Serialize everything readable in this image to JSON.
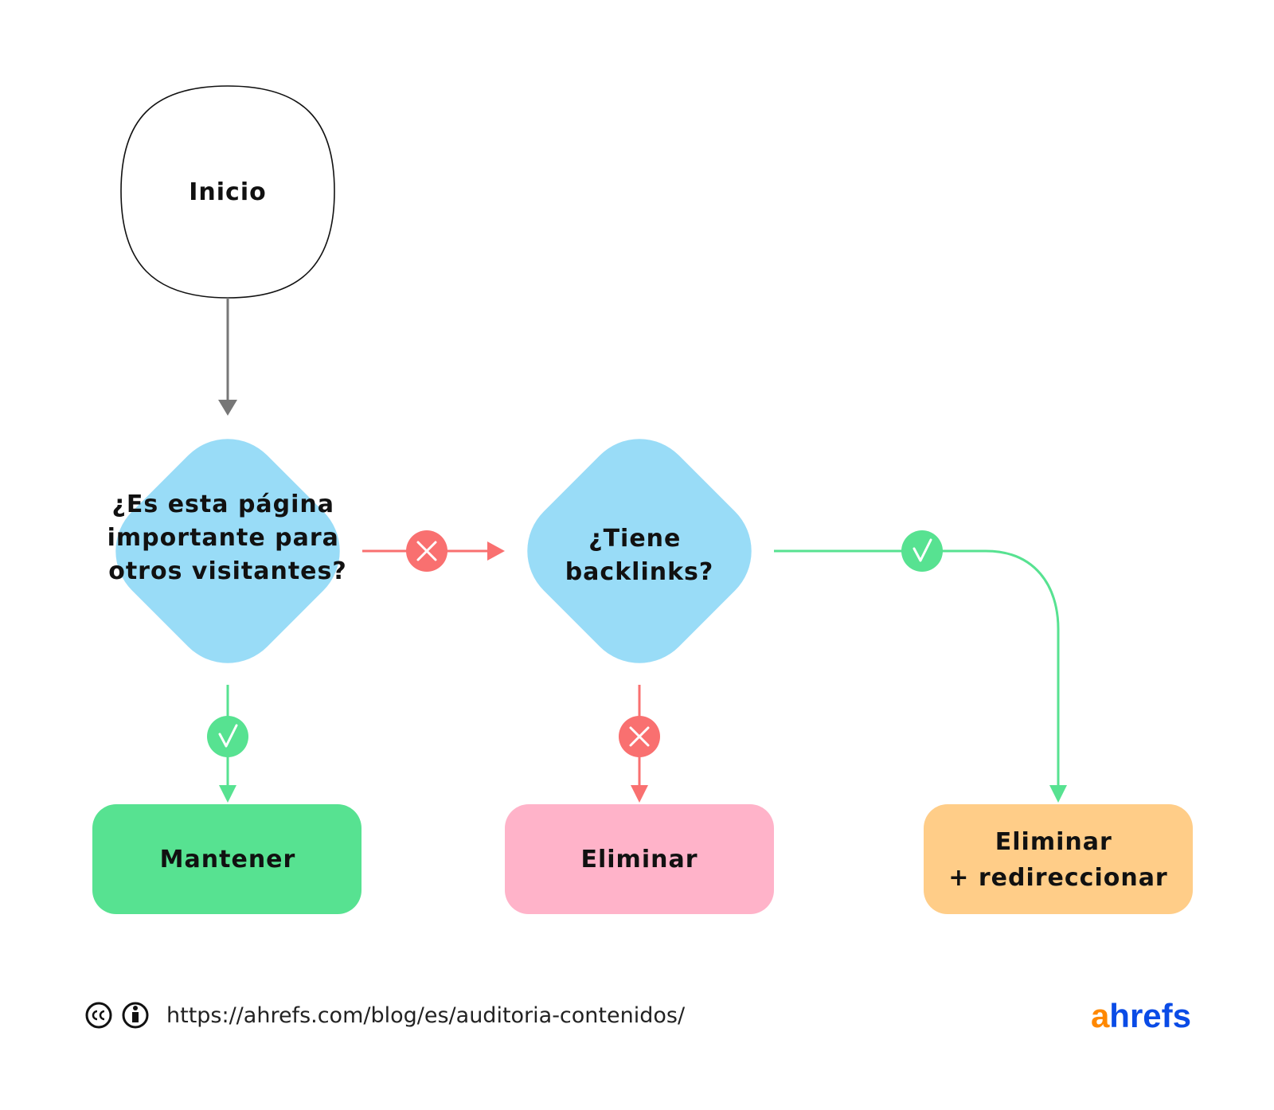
{
  "nodes": {
    "start": {
      "label": "Inicio"
    },
    "question1": {
      "lines": [
        "¿Es esta página",
        "importante para",
        "otros visitantes?"
      ]
    },
    "question2": {
      "lines": [
        "¿Tiene",
        "backlinks?"
      ]
    },
    "keep": {
      "label": "Mantener"
    },
    "delete": {
      "label": "Eliminar"
    },
    "delete_redirect": {
      "lines": [
        "Eliminar",
        "+ redireccionar"
      ]
    }
  },
  "footer": {
    "url": "https://ahrefs.com/blog/es/auditoria-contenidos/",
    "license_icons": [
      "cc-icon",
      "attribution-icon"
    ]
  },
  "logo": {
    "part1": "a",
    "part2": "hrefs"
  },
  "colors": {
    "question": "#99dcf7",
    "keep": "#57e291",
    "delete": "#ffb3c9",
    "delete_redirect": "#ffcd88",
    "yes": "#57e291",
    "no": "#f97070",
    "neutral_arrow": "#777777",
    "logo_orange": "#ff8800",
    "logo_blue": "#0a4be6"
  }
}
